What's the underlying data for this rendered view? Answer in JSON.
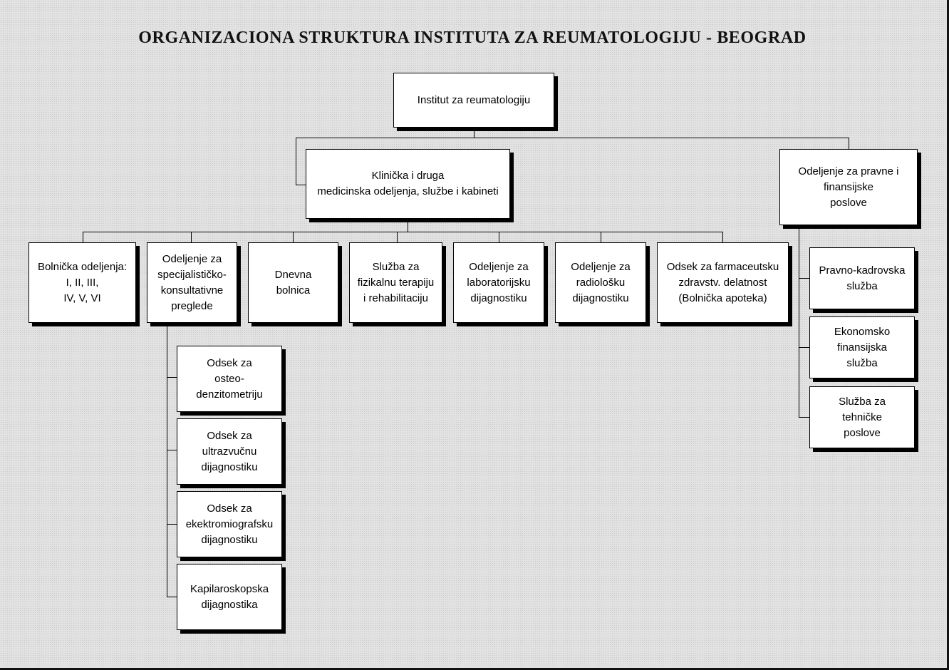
{
  "title": "ORGANIZACIONA STRUKTURA INSTITUTA ZA REUMATOLOGIJU - BEOGRAD",
  "root": "Institut za reumatologiju",
  "clinical": "Klinička i druga\nmedicinska odeljenja, službe i kabineti",
  "legal": "Odeljenje za pravne i\nfinansijske\nposlove",
  "departments": [
    "Bolnička odeljenja:\nI, II, III,\nIV, V, VI",
    "Odeljenje za\nspecijalističko-\nkonsultativne\npreglede",
    "Dnevna\nbolnica",
    "Služba za\nfizikalnu terapiju\ni rehabilitaciju",
    "Odeljenje za\nlaboratorijsku\ndijagnostiku",
    "Odeljenje za\nradiološku\ndijagnostiku",
    "Odsek za farmaceutsku\nzdravstv. delatnost\n(Bolnička apoteka)"
  ],
  "specialist_units": [
    "Odsek za\nosteo-\ndenzitometriju",
    "Odsek za\nultrazvučnu\ndijagnostiku",
    "Odsek za\nekektromiografsku\ndijagnostiku",
    "Kapilaroskopska\ndijagnostika"
  ],
  "legal_units": [
    "Pravno-kadrovska\nslužba",
    "Ekonomsko\nfinansijska\nslužba",
    "Služba za\ntehničke\nposlove"
  ]
}
